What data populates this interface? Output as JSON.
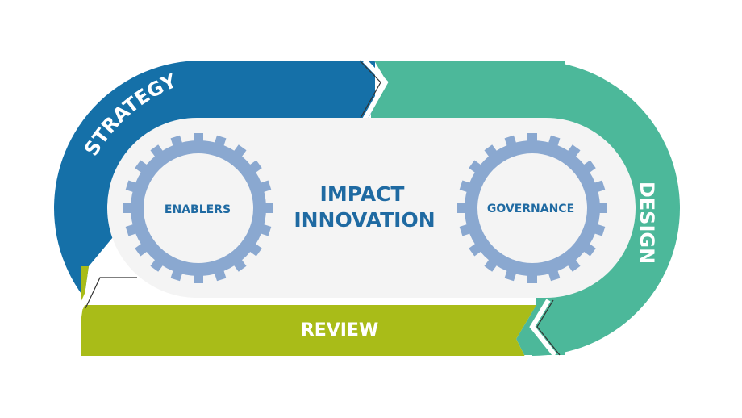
{
  "center": {
    "line1": "IMPACT",
    "line2": "INNOVATION"
  },
  "segments": {
    "strategy": "STRATEGY",
    "design": "DESIGN",
    "review": "REVIEW"
  },
  "gears": {
    "left": "ENABLERS",
    "right": "GOVERNANCE"
  },
  "colors": {
    "strategy": "#1570a8",
    "design": "#4cb89a",
    "review": "#a9bc18",
    "center_fill": "#f4f4f4",
    "gear": "#8aa8d0",
    "text_dark": "#1f6aa2",
    "text_light": "#ffffff"
  }
}
